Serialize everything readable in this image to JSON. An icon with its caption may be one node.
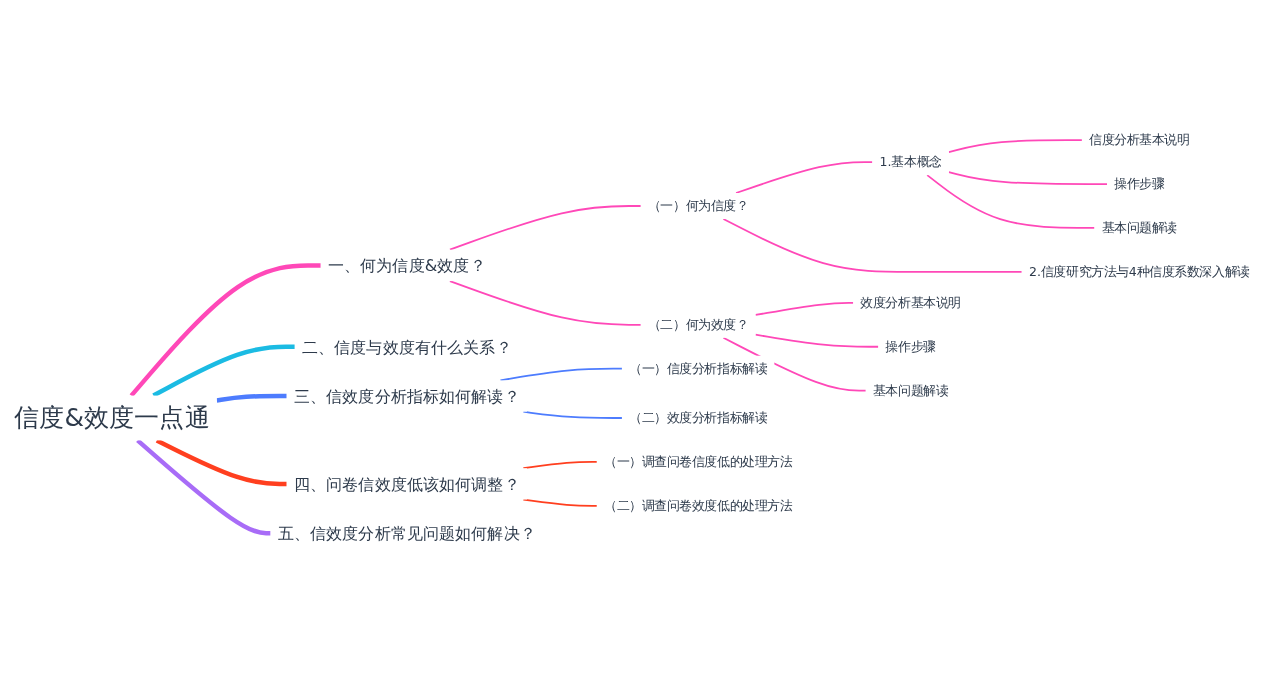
{
  "diagram": {
    "nodes": [
      {
        "text": [
          "信度&效度一点通"
        ]
      },
      {
        "text": [
          "一、何为信度&效度？"
        ]
      },
      {
        "text": [
          "（一）何为信度？"
        ]
      },
      {
        "text": [
          "1.基本概念"
        ]
      },
      {
        "text": [
          "信度分析基本说明"
        ]
      },
      {
        "text": [
          "操作步骤"
        ]
      },
      {
        "text": [
          "基本问题解读"
        ]
      },
      {
        "text": [
          "2.信度研究方法与4种信度系数深入解读"
        ]
      },
      {
        "text": [
          "（二）何为效度？"
        ]
      },
      {
        "text": [
          "效度分析基本说明"
        ]
      },
      {
        "text": [
          "操作步骤"
        ]
      },
      {
        "text": [
          "基本问题解读"
        ]
      },
      {
        "text": [
          "二、信度与效度有什么关系？"
        ]
      },
      {
        "text": [
          "三、信效度分析指标如何解读？"
        ]
      },
      {
        "text": [
          "（一）信度分析指标解读"
        ]
      },
      {
        "text": [
          "（二）效度分析指标解读"
        ]
      },
      {
        "text": [
          "四、问卷信效度低该如何调整？"
        ]
      },
      {
        "text": [
          "（一）调查问卷信度低的处理方法"
        ]
      },
      {
        "text": [
          "（二）调查问卷效度低的处理方法"
        ]
      },
      {
        "text": [
          "五、信效度分析常见问题如何解决？"
        ]
      }
    ],
    "edges": [
      {
        "from": 0,
        "to": 1,
        "arrow": "none",
        "style": "thick"
      },
      {
        "from": 1,
        "to": 2,
        "arrow": "none"
      },
      {
        "from": 2,
        "to": 3,
        "arrow": "none"
      },
      {
        "from": 3,
        "to": 4,
        "arrow": "none"
      },
      {
        "from": 3,
        "to": 5,
        "arrow": "none"
      },
      {
        "from": 3,
        "to": 6,
        "arrow": "none"
      },
      {
        "from": 2,
        "to": 7,
        "arrow": "none"
      },
      {
        "from": 1,
        "to": 8,
        "arrow": "none"
      },
      {
        "from": 8,
        "to": 9,
        "arrow": "none"
      },
      {
        "from": 8,
        "to": 10,
        "arrow": "none"
      },
      {
        "from": 8,
        "to": 11,
        "arrow": "none"
      },
      {
        "from": 0,
        "to": 12,
        "arrow": "none",
        "style": "thick",
        "color": "#1bbbe3"
      },
      {
        "from": 0,
        "to": 13,
        "arrow": "none",
        "style": "thick",
        "color": "#4d7cfe"
      },
      {
        "from": 13,
        "to": 14,
        "arrow": "none",
        "color": "#4d7cfe"
      },
      {
        "from": 13,
        "to": 15,
        "arrow": "none",
        "color": "#4d7cfe"
      },
      {
        "from": 0,
        "to": 16,
        "arrow": "none",
        "style": "thick",
        "color": "#ff3f1f"
      },
      {
        "from": 16,
        "to": 17,
        "arrow": "none",
        "color": "#ff3f1f"
      },
      {
        "from": 16,
        "to": 18,
        "arrow": "none",
        "color": "#ff3f1f"
      },
      {
        "from": 0,
        "to": 19,
        "arrow": "none",
        "style": "thick",
        "color": "#a86cf7"
      }
    ]
  }
}
